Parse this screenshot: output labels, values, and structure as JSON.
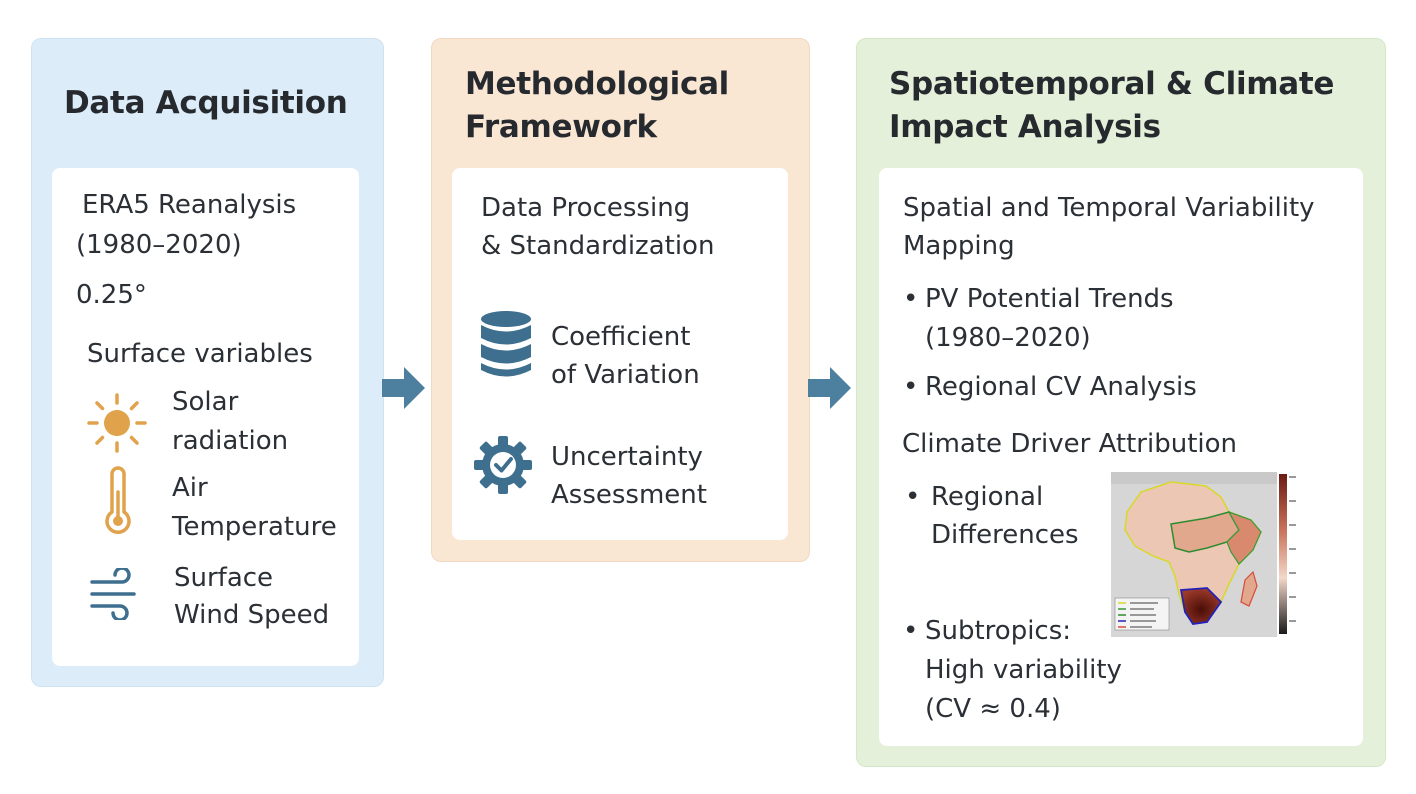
{
  "panels": {
    "acquisition": {
      "title": "Data Acquisition",
      "source_line1": "ERA5 Reanalysis",
      "source_line2": "(1980–2020)",
      "resolution": "0.25°",
      "variables_heading": "Surface variables",
      "variables": [
        {
          "icon": "sun-icon",
          "line1": "Solar",
          "line2": "radiation"
        },
        {
          "icon": "thermometer-icon",
          "line1": "Air",
          "line2": "Temperature"
        },
        {
          "icon": "wind-icon",
          "line1": "Surface",
          "line2": "Wind Speed"
        }
      ]
    },
    "framework": {
      "title_line1": "Methodological",
      "title_line2": "Framework",
      "processing_line1": "Data Processing",
      "processing_line2": "& Standardization",
      "cv_line1": "Coefficient",
      "cv_line2": "of Variation",
      "uncertainty_line1": "Uncertainty",
      "uncertainty_line2": "Assessment"
    },
    "analysis": {
      "title_line1": "Spatiotemporal & Climate",
      "title_line2": "Impact Analysis",
      "mapping_line1": "Spatial and Temporal Variability",
      "mapping_line2": "Mapping",
      "bullet1_line1": "PV Potential Trends",
      "bullet1_line2": "(1980–2020)",
      "bullet2": "Regional CV Analysis",
      "attribution_heading": "Climate Driver Attribution",
      "bullet3_line1": "Regional",
      "bullet3_line2": "Differences",
      "bullet4_line1": "Subtropics:",
      "bullet4_line2": "High variability",
      "bullet4_line3": "(CV ≈ 0.4)",
      "bullet_symbol": "•"
    }
  },
  "colors": {
    "acquisition_bg": "#dcecf8",
    "framework_bg": "#f9e6d3",
    "analysis_bg": "#e4f0d9",
    "arrow": "#4d7f9e",
    "sun": "#e0a24a",
    "icon_blue": "#3f6f8f"
  }
}
